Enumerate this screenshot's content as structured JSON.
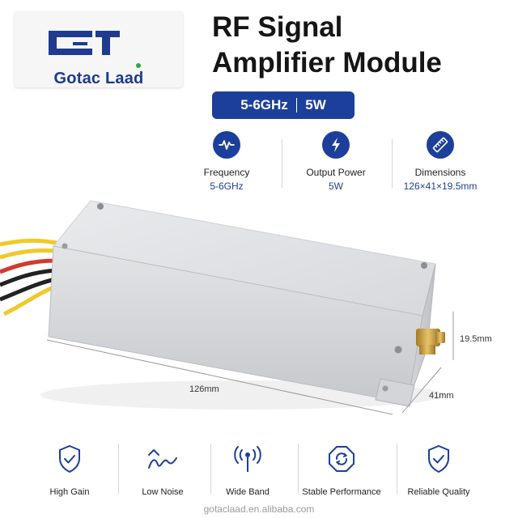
{
  "brand": {
    "name": "Gotac Laad"
  },
  "title": {
    "line1": "RF Signal",
    "line2": "Amplifier Module"
  },
  "badge": {
    "band": "5-6GHz",
    "power": "5W"
  },
  "specs": [
    {
      "icon": "wave-icon",
      "label": "Frequency",
      "value": "5-6GHz"
    },
    {
      "icon": "lightning-icon",
      "label": "Output Power",
      "value": "5W"
    },
    {
      "icon": "ruler-icon",
      "label": "Dimensions",
      "value": "126×41×19.5mm"
    }
  ],
  "dimensions": {
    "length": "126mm",
    "width": "41mm",
    "height": "19.5mm"
  },
  "features": [
    {
      "icon": "shield-check-icon",
      "label": "High Gain"
    },
    {
      "icon": "low-noise-wave-icon",
      "label": "Low Noise"
    },
    {
      "icon": "antenna-signal-icon",
      "label": "Wide Band"
    },
    {
      "icon": "octagon-cycle-icon",
      "label": "Stable Performance"
    },
    {
      "icon": "shield-check-icon",
      "label": "Reliable Quality"
    }
  ],
  "footer": {
    "url": "gotaclaad.en.alibaba.com"
  },
  "colors": {
    "accent": "#1c3f9b",
    "logo": "#1f3a8f"
  }
}
